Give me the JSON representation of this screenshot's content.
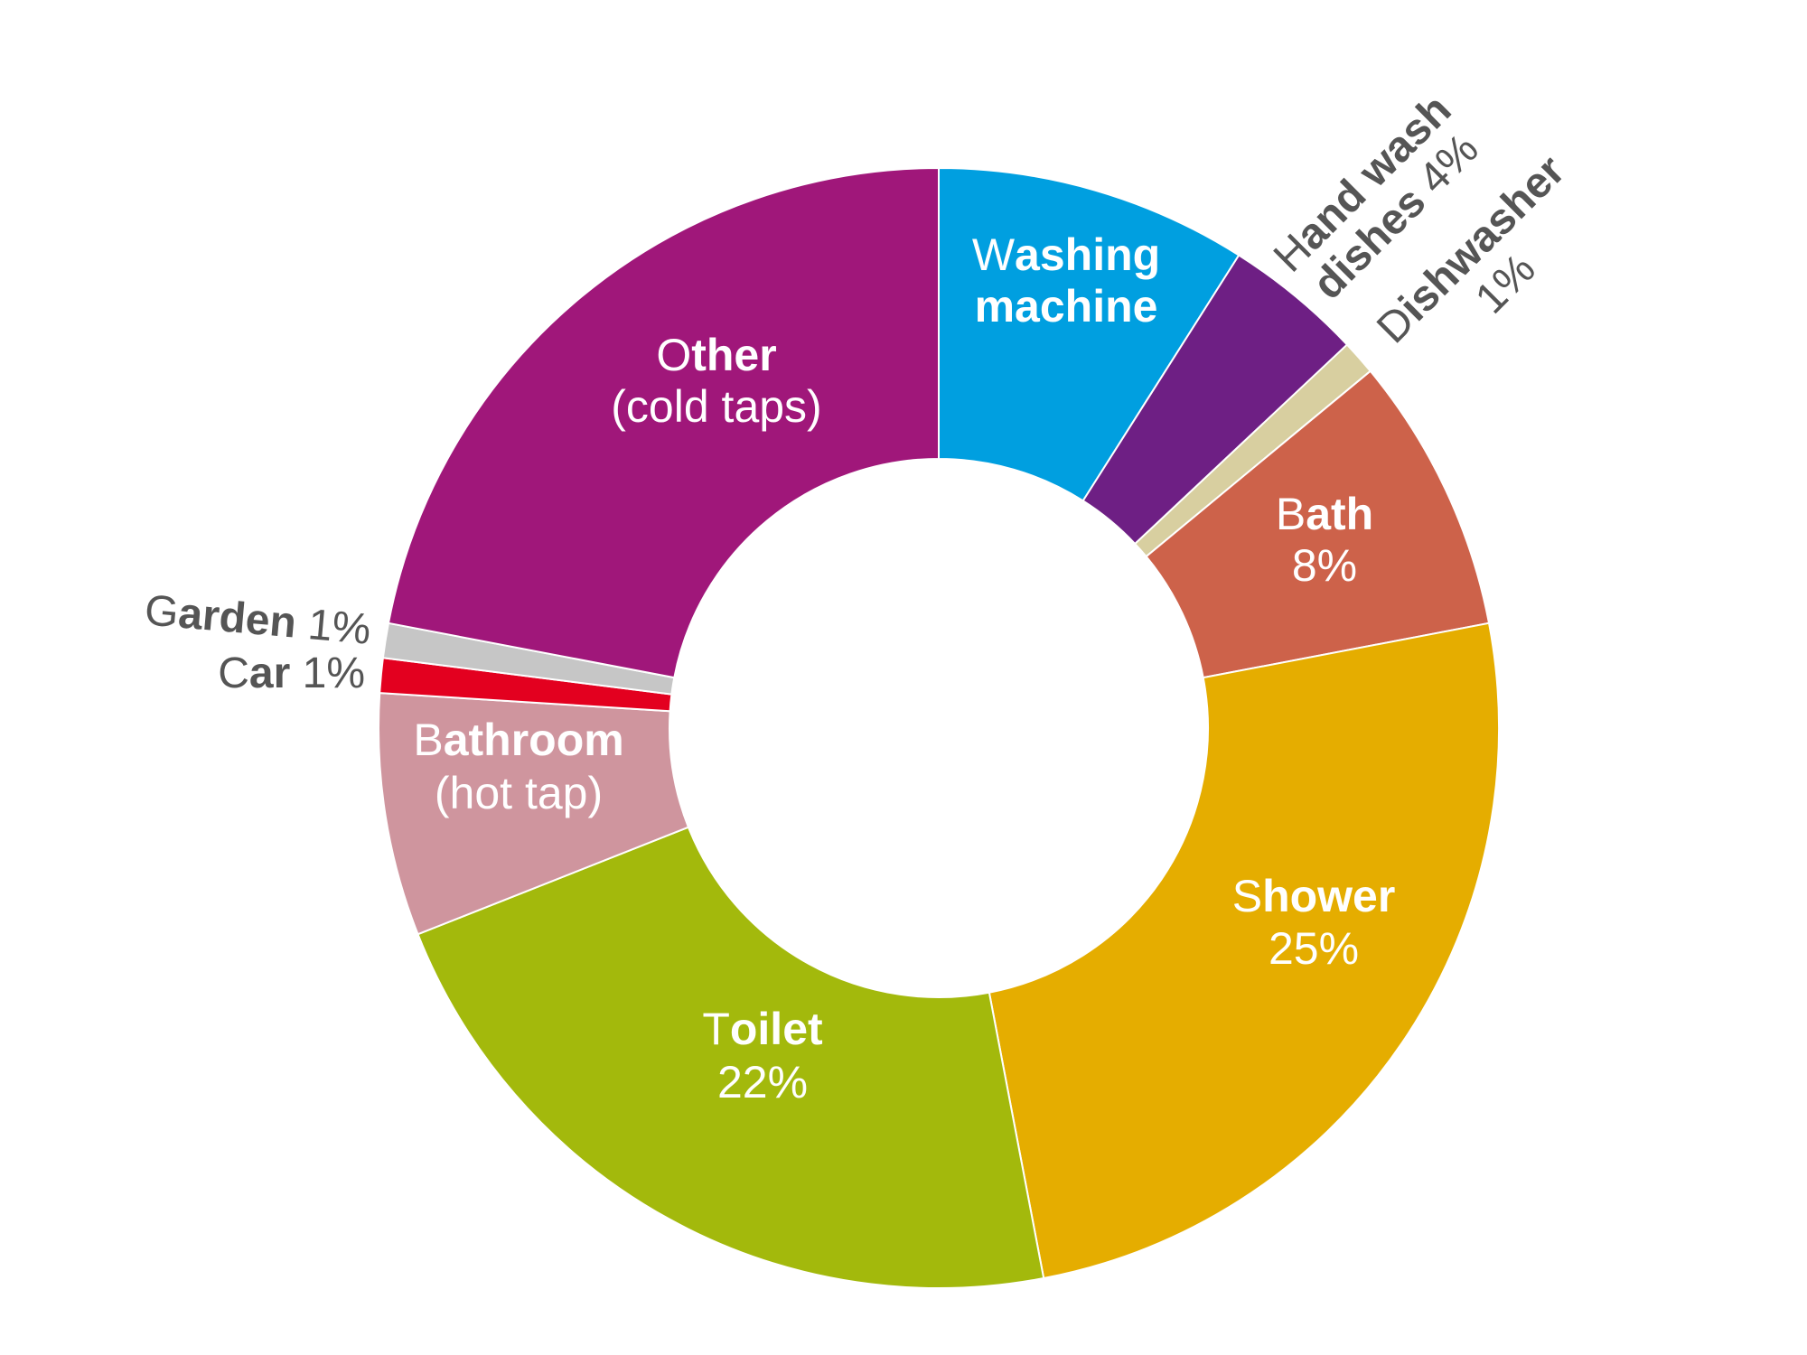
{
  "chart_data": {
    "type": "pie",
    "donut": true,
    "title": "",
    "start": "top",
    "direction": "clockwise",
    "slices": [
      {
        "name": "Washing machine",
        "value": 9,
        "color": "#009fe0",
        "label_lines": [
          {
            "name": "Washing",
            "pct": ""
          },
          {
            "name": "machine",
            "pct": ""
          }
        ],
        "label_color": "#ffffff"
      },
      {
        "name": "Hand wash dishes",
        "value": 4,
        "color": "#6e1f84",
        "label_lines": [
          {
            "name": "Hand wash",
            "pct": ""
          },
          {
            "name": "dishes",
            "pct": "4%"
          }
        ],
        "label_color": "#555555"
      },
      {
        "name": "Dishwasher",
        "value": 1,
        "color": "#d8cfa0",
        "label_lines": [
          {
            "name": "Dishwasher",
            "pct": ""
          },
          {
            "name": "",
            "pct": "1%"
          }
        ],
        "label_color": "#555555"
      },
      {
        "name": "Bath",
        "value": 8,
        "color": "#cd624a",
        "label_lines": [
          {
            "name": "Bath",
            "pct": ""
          },
          {
            "name": "",
            "pct": "8%"
          }
        ],
        "label_color": "#ffffff"
      },
      {
        "name": "Shower",
        "value": 25,
        "color": "#e5ad00",
        "label_lines": [
          {
            "name": "Shower",
            "pct": ""
          },
          {
            "name": "",
            "pct": "25%"
          }
        ],
        "label_color": "#ffffff"
      },
      {
        "name": "Toilet",
        "value": 22,
        "color": "#a3b90c",
        "label_lines": [
          {
            "name": "Toilet",
            "pct": ""
          },
          {
            "name": "",
            "pct": "22%"
          }
        ],
        "label_color": "#ffffff"
      },
      {
        "name": "Bathroom (hot tap)",
        "value": 7,
        "color": "#cf959e",
        "label_lines": [
          {
            "name": "Bathroom",
            "pct": ""
          },
          {
            "name": "",
            "pct": "(hot tap)"
          }
        ],
        "label_color": "#ffffff"
      },
      {
        "name": "Car",
        "value": 1,
        "color": "#e3001f",
        "label_lines": [
          {
            "name": "Car",
            "pct": "1%"
          }
        ],
        "label_color": "#555555"
      },
      {
        "name": "Garden",
        "value": 1,
        "color": "#c6c6c6",
        "label_lines": [
          {
            "name": "Garden",
            "pct": "1%"
          }
        ],
        "label_color": "#555555"
      },
      {
        "name": "Other (cold taps)",
        "value": 22,
        "color": "#a0177a",
        "label_lines": [
          {
            "name": "Other",
            "pct": ""
          },
          {
            "name": "",
            "pct": "(cold taps)"
          }
        ],
        "label_color": "#ffffff"
      }
    ]
  }
}
